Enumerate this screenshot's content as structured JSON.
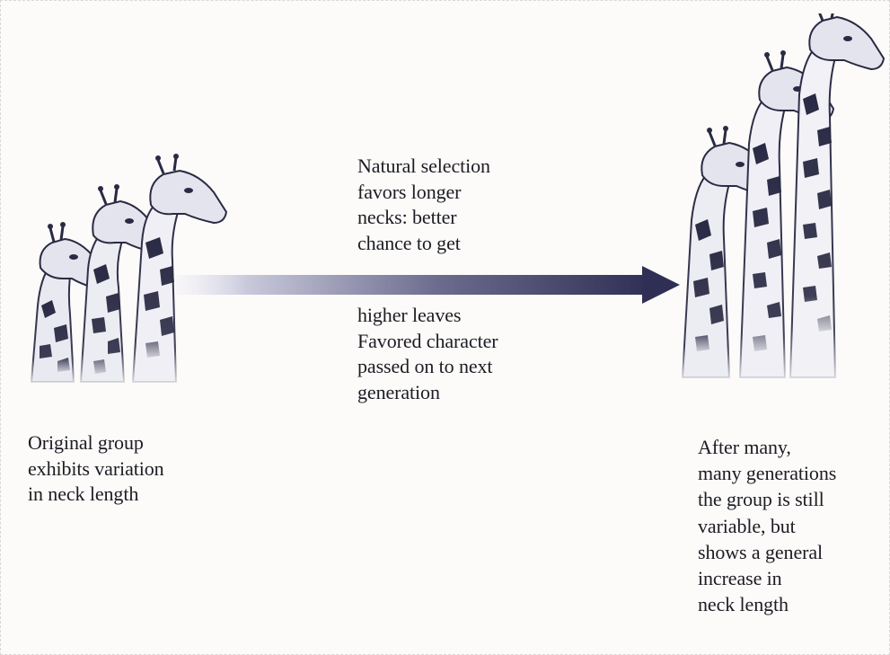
{
  "diagram": {
    "top_caption": [
      "Natural selection",
      "favors longer",
      "necks: better",
      "chance to get"
    ],
    "bottom_caption": [
      "higher leaves",
      "Favored character",
      "passed on to next",
      "generation"
    ],
    "left_caption": [
      "Original group",
      "exhibits variation",
      "in neck length"
    ],
    "right_caption": [
      "After many,",
      "many generations",
      "the group is still",
      "variable, but",
      "shows a general",
      "increase in",
      "neck length"
    ]
  },
  "colors": {
    "arrow_dark": "#2f2f55",
    "arrow_light": "#e6e6f2",
    "giraffe_ink": "#2a2a44",
    "giraffe_patch": "#3b3b5c",
    "giraffe_body": "#ececf3"
  },
  "icons": {
    "left_illustration": "giraffe-group-icon",
    "right_illustration": "giraffe-group-icon",
    "arrow": "arrow-right-icon"
  }
}
